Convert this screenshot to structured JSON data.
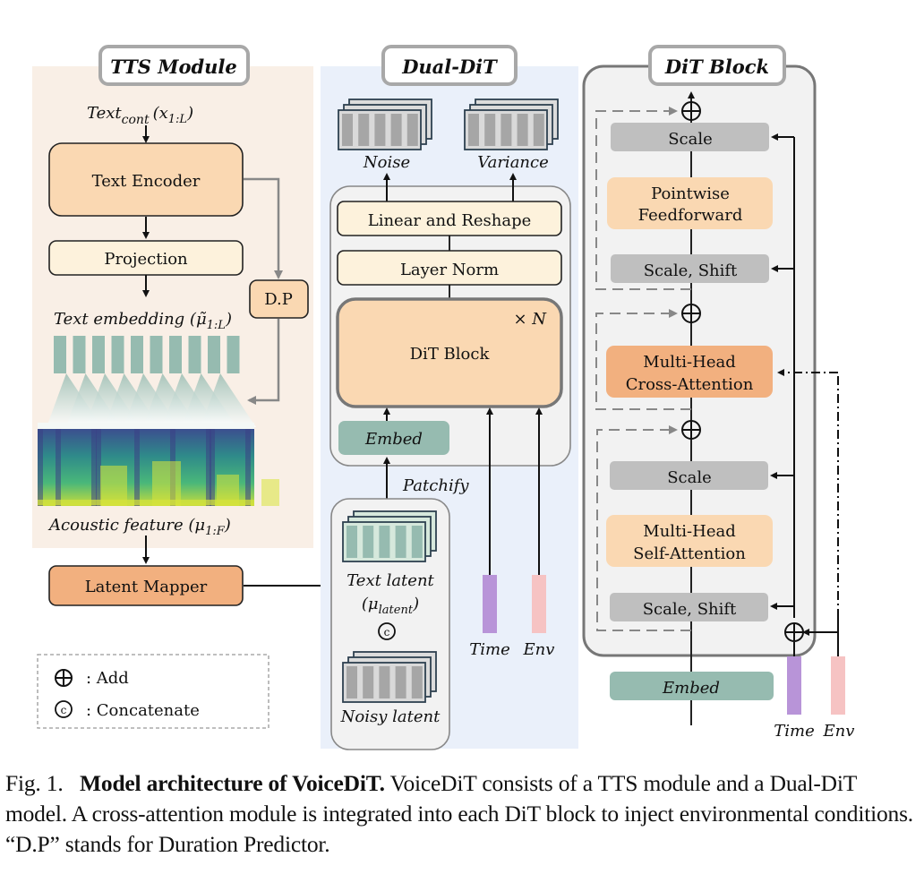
{
  "colors": {
    "tts_bg": "#f9efe6",
    "dualdit_bg": "#eaf0fa",
    "ditblock_bg": "#f2f2f2",
    "encoder_fill": "#fad8b2",
    "light_fill": "#fdf2dc",
    "mapper_fill": "#f2b07f",
    "cross_attn_fill": "#f2b07f",
    "embed_fill": "#96bbb0",
    "scale_fill": "#bfbfbf",
    "time_color": "#b894d8",
    "env_color": "#f6c3c3"
  },
  "tts_module": {
    "title": "TTS Module",
    "input_label": "Text",
    "input_sub": "cont",
    "input_var": "(x",
    "input_var_sub": "1:L",
    "input_var_close": ")",
    "text_encoder": "Text Encoder",
    "projection": "Projection",
    "duration_predictor": "D.P",
    "text_embedding_label": "Text embedding (",
    "text_embedding_var": "μ̃",
    "text_embedding_sub": "1:L",
    "text_embedding_close": ")",
    "embedding_token_count": 10,
    "acoustic_label": "Acoustic feature (",
    "acoustic_var": "μ",
    "acoustic_sub": "1:F",
    "acoustic_close": ")"
  },
  "latent_mapper": "Latent Mapper",
  "legend": {
    "items": [
      {
        "symbol": "⊕",
        "label": ": Add"
      },
      {
        "symbol": "ⓒ",
        "label": ": Concatenate"
      }
    ]
  },
  "dual_dit": {
    "title": "Dual-DiT",
    "outputs": [
      "Noise",
      "Variance"
    ],
    "linear_reshape": "Linear and Reshape",
    "layer_norm": "Layer Norm",
    "dit_block": "DiT Block",
    "repeat": "× N",
    "embed": "Embed",
    "patchify": "Patchify",
    "text_latent": "Text latent",
    "text_latent_var": "(μ",
    "text_latent_sub": "latent",
    "text_latent_close": ")",
    "concat_symbol": "ⓒ",
    "noisy_latent": "Noisy latent",
    "conditions": [
      "Time",
      "Env"
    ]
  },
  "dit_block": {
    "title": "DiT Block",
    "layers": [
      "Scale",
      "Pointwise",
      "Feedforward",
      "Scale, Shift",
      "Multi-Head",
      "Cross-Attention",
      "Scale",
      "Multi-Head",
      "Self-Attention",
      "Scale, Shift"
    ],
    "embed": "Embed",
    "conditions": [
      "Time",
      "Env"
    ]
  },
  "caption": {
    "fig_label": "Fig. 1.",
    "bold_title": "Model architecture of VoiceDiT.",
    "text": " VoiceDiT consists of a TTS module and a Dual-DiT model. A cross-attention module is integrated into each DiT block to inject environmental conditions. “D.P” stands for Duration Predictor."
  }
}
